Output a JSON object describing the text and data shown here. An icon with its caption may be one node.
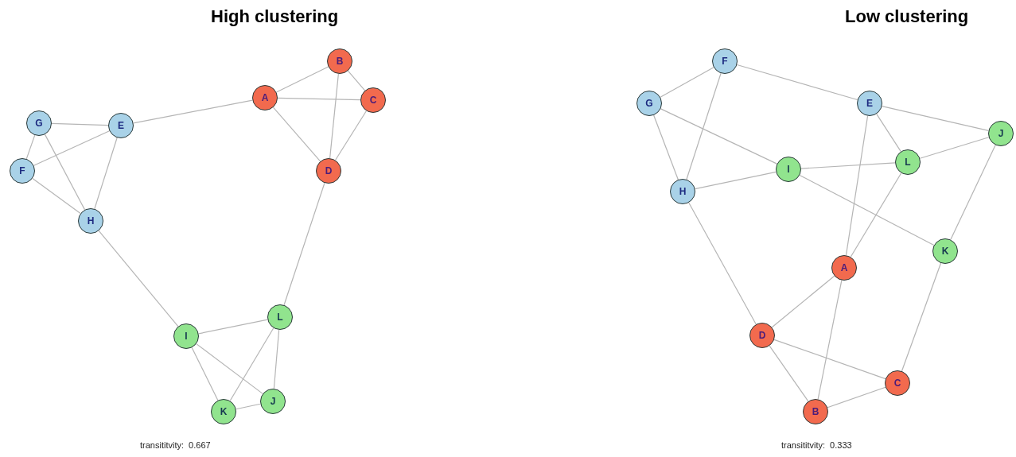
{
  "diagram": {
    "nodes": [
      {
        "text": [
          "A"
        ]
      },
      {
        "text": [
          "B"
        ]
      },
      {
        "text": [
          "C"
        ]
      },
      {
        "text": [
          "D"
        ]
      },
      {
        "text": [
          "E"
        ]
      },
      {
        "text": [
          "F"
        ]
      },
      {
        "text": [
          "G"
        ]
      },
      {
        "text": [
          "H"
        ]
      },
      {
        "text": [
          "I"
        ]
      },
      {
        "text": [
          "J"
        ]
      },
      {
        "text": [
          "K"
        ]
      },
      {
        "text": [
          "L"
        ]
      },
      {
        "text": [
          "A"
        ]
      },
      {
        "text": [
          "B"
        ]
      },
      {
        "text": [
          "C"
        ]
      },
      {
        "text": [
          "D"
        ]
      },
      {
        "text": [
          "E"
        ]
      },
      {
        "text": [
          "F"
        ]
      },
      {
        "text": [
          "G"
        ]
      },
      {
        "text": [
          "H"
        ]
      },
      {
        "text": [
          "I"
        ]
      },
      {
        "text": [
          "J"
        ]
      },
      {
        "text": [
          "K"
        ]
      },
      {
        "text": [
          "L"
        ]
      }
    ],
    "edges": [
      {
        "from": 0,
        "to": 1,
        "arrow": "none"
      },
      {
        "from": 0,
        "to": 2,
        "arrow": "none"
      },
      {
        "from": 1,
        "to": 2,
        "arrow": "none"
      },
      {
        "from": 1,
        "to": 3,
        "arrow": "none"
      },
      {
        "from": 2,
        "to": 3,
        "arrow": "none"
      },
      {
        "from": 0,
        "to": 3,
        "arrow": "none"
      },
      {
        "from": 0,
        "to": 4,
        "arrow": "none"
      },
      {
        "from": 4,
        "to": 6,
        "arrow": "none"
      },
      {
        "from": 4,
        "to": 5,
        "arrow": "none"
      },
      {
        "from": 4,
        "to": 7,
        "arrow": "none"
      },
      {
        "from": 6,
        "to": 5,
        "arrow": "none"
      },
      {
        "from": 6,
        "to": 7,
        "arrow": "none"
      },
      {
        "from": 5,
        "to": 7,
        "arrow": "none"
      },
      {
        "from": 7,
        "to": 8,
        "arrow": "none"
      },
      {
        "from": 3,
        "to": 11,
        "arrow": "none"
      },
      {
        "from": 8,
        "to": 11,
        "arrow": "none"
      },
      {
        "from": 8,
        "to": 10,
        "arrow": "none"
      },
      {
        "from": 8,
        "to": 9,
        "arrow": "none"
      },
      {
        "from": 11,
        "to": 10,
        "arrow": "none"
      },
      {
        "from": 11,
        "to": 9,
        "arrow": "none"
      },
      {
        "from": 10,
        "to": 9,
        "arrow": "none"
      },
      {
        "from": 17,
        "to": 18,
        "arrow": "none"
      },
      {
        "from": 17,
        "to": 19,
        "arrow": "none"
      },
      {
        "from": 17,
        "to": 16,
        "arrow": "none"
      },
      {
        "from": 18,
        "to": 19,
        "arrow": "none"
      },
      {
        "from": 18,
        "to": 20,
        "arrow": "none"
      },
      {
        "from": 19,
        "to": 20,
        "arrow": "none"
      },
      {
        "from": 20,
        "to": 23,
        "arrow": "none"
      },
      {
        "from": 20,
        "to": 22,
        "arrow": "none"
      },
      {
        "from": 16,
        "to": 21,
        "arrow": "none"
      },
      {
        "from": 16,
        "to": 23,
        "arrow": "none"
      },
      {
        "from": 16,
        "to": 12,
        "arrow": "none"
      },
      {
        "from": 23,
        "to": 21,
        "arrow": "none"
      },
      {
        "from": 23,
        "to": 12,
        "arrow": "none"
      },
      {
        "from": 21,
        "to": 22,
        "arrow": "none"
      },
      {
        "from": 22,
        "to": 14,
        "arrow": "none"
      },
      {
        "from": 12,
        "to": 15,
        "arrow": "none"
      },
      {
        "from": 12,
        "to": 13,
        "arrow": "none"
      },
      {
        "from": 15,
        "to": 19,
        "arrow": "none"
      },
      {
        "from": 15,
        "to": 13,
        "arrow": "none"
      },
      {
        "from": 15,
        "to": 14,
        "arrow": "none"
      },
      {
        "from": 14,
        "to": 13,
        "arrow": "none"
      }
    ],
    "labels": [
      "High clustering",
      "Low clustering",
      "transititvity:  0.667",
      "transititvity:  0.333"
    ]
  }
}
